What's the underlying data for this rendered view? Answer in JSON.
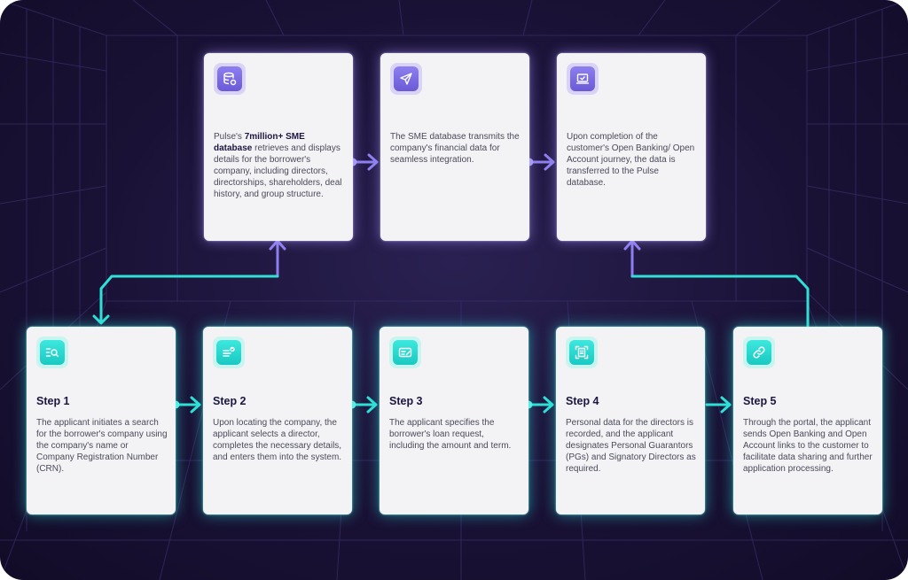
{
  "top_cards": [
    {
      "icon": "database-icon",
      "text_prefix": "Pulse's ",
      "text_bold": "7million+ SME database",
      "text_suffix": " retrieves and displays details for the borrower's company, including directors, directorships, shareholders, deal history, and group structure."
    },
    {
      "icon": "send-icon",
      "text": "The SME database transmits the company's financial data for seamless integration."
    },
    {
      "icon": "laptop-check-icon",
      "text": "Upon completion of the customer's Open Banking/ Open Account journey, the data is transferred to the Pulse database."
    }
  ],
  "steps": [
    {
      "icon": "search-list-icon",
      "title": "Step 1",
      "text": "The applicant initiates a search for the borrower's company using the company's name or Company Registration Number (CRN)."
    },
    {
      "icon": "form-check-icon",
      "title": "Step 2",
      "text": "Upon locating the company, the applicant selects a director, completes the necessary details, and enters them into the system."
    },
    {
      "icon": "edit-form-icon",
      "title": "Step 3",
      "text": "The applicant specifies the borrower's loan request, including the amount and term."
    },
    {
      "icon": "document-scan-icon",
      "title": "Step 4",
      "text": "Personal data for the directors is recorded, and the applicant designates Personal Guarantors (PGs) and Signatory Directors as required."
    },
    {
      "icon": "link-icon",
      "title": "Step 5",
      "text": "Through the portal, the applicant sends Open Banking and Open Account links to the customer to facilitate data sharing and further application processing."
    }
  ],
  "colors": {
    "background": "#1a1236",
    "purple_accent": "#8e7ff0",
    "teal_accent": "#2fe0d6",
    "card": "#f3f3f5"
  }
}
